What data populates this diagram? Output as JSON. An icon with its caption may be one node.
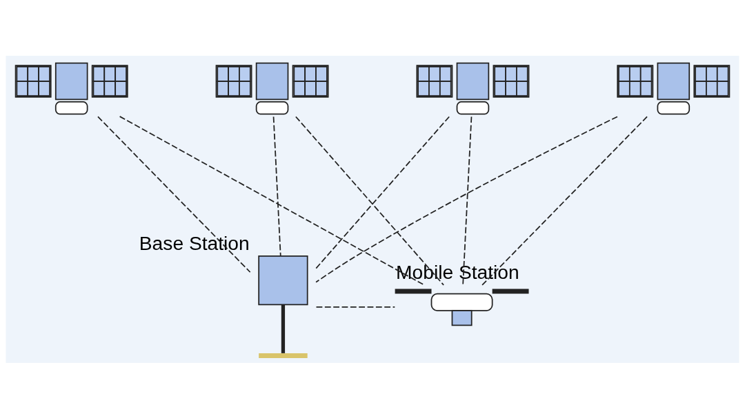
{
  "diagram": {
    "nodes": [
      {
        "text": [],
        "shape": "picture"
      },
      {
        "text": [],
        "shape": "picture"
      },
      {
        "text": [],
        "shape": "picture"
      },
      {
        "text": [],
        "shape": "picture"
      },
      {
        "text": [],
        "shape": "picture",
        "beside": [
          "Base Station"
        ]
      },
      {
        "text": [],
        "shape": "picture",
        "beside": [
          "Mobile Station"
        ]
      }
    ],
    "edges": [
      {
        "from": 0,
        "to": 4,
        "arrow": "none",
        "style": "dashed"
      },
      {
        "from": 0,
        "to": 5,
        "arrow": "none",
        "style": "dashed"
      },
      {
        "from": 1,
        "to": 4,
        "arrow": "none",
        "style": "dashed"
      },
      {
        "from": 1,
        "to": 5,
        "arrow": "none",
        "style": "dashed"
      },
      {
        "from": 2,
        "to": 4,
        "arrow": "none",
        "style": "dashed"
      },
      {
        "from": 2,
        "to": 5,
        "arrow": "none",
        "style": "dashed"
      },
      {
        "from": 3,
        "to": 4,
        "arrow": "none",
        "style": "dashed"
      },
      {
        "from": 3,
        "to": 5,
        "arrow": "none",
        "style": "dashed"
      },
      {
        "from": 4,
        "to": 5,
        "arrow": "none",
        "style": "dashed"
      }
    ]
  }
}
